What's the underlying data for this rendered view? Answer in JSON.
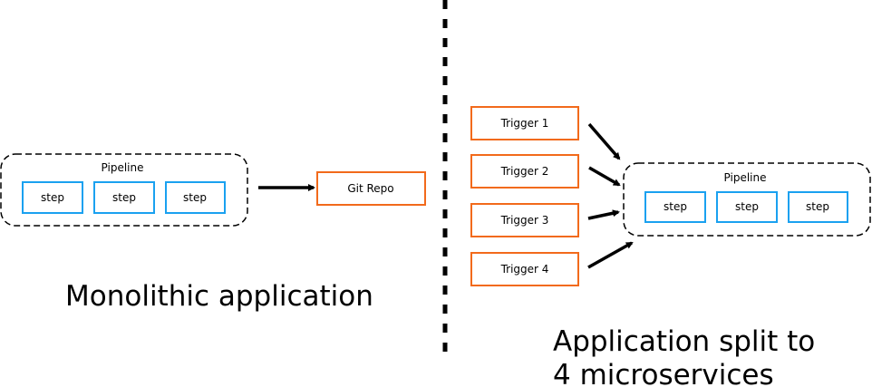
{
  "colors": {
    "step_border": "#1aa1f0",
    "trigger_border": "#f26a1b",
    "pipeline_border": "#000000",
    "arrow": "#000000",
    "divider": "#000000"
  },
  "left": {
    "pipeline_label": "Pipeline",
    "steps": [
      "step",
      "step",
      "step"
    ],
    "repo_label": "Git Repo",
    "caption": "Monolithic application"
  },
  "right": {
    "triggers": [
      "Trigger 1",
      "Trigger 2",
      "Trigger 3",
      "Trigger 4"
    ],
    "pipeline_label": "Pipeline",
    "steps": [
      "step",
      "step",
      "step"
    ],
    "caption_line1": "Application split to",
    "caption_line2": "4 microservices"
  }
}
